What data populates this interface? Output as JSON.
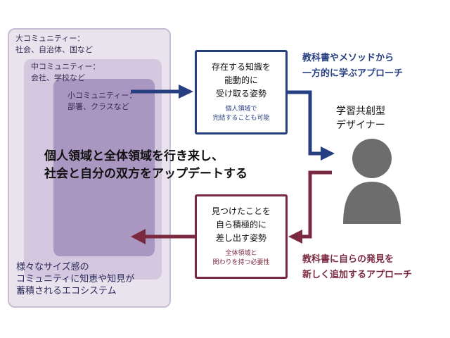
{
  "communities": {
    "large": {
      "line1": "大コミュニティー：",
      "line2": "社会、自治体、国など"
    },
    "medium": {
      "line1": "中コミュニティー：",
      "line2": "会社、学校など"
    },
    "small": {
      "line1": "小コミュニティー：",
      "line2": "部署、クラスなど"
    }
  },
  "center_text": {
    "line1": "個人領域と全体領域を行き来し、",
    "line2": "社会と自分の双方をアップデートする"
  },
  "ecosystem_text": {
    "line1": "様々なサイズ感の",
    "line2": "コミュニティに知恵や知見が",
    "line3": "蓄積されるエコシステム"
  },
  "box_top": {
    "line1": "存在する知識を",
    "line2": "能動的に",
    "line3": "受け取る姿勢",
    "sub1": "個人領域で",
    "sub2": "完結することも可能"
  },
  "box_bottom": {
    "line1": "見つけたことを",
    "line2": "自ら積極的に",
    "line3": "差し出す姿勢",
    "sub1": "全体領域と",
    "sub2": "関わりを持つ必要性"
  },
  "approach_top": {
    "line1": "教科書やメソッドから",
    "line2": "一方的に学ぶアプローチ"
  },
  "approach_bottom": {
    "line1": "教科書に自らの発見を",
    "line2": "新しく追加するアプローチ"
  },
  "designer": {
    "line1": "学習共創型",
    "line2": "デザイナー",
    "icon": "person-icon"
  },
  "colors": {
    "navy": "#263f80",
    "maroon": "#7b2940",
    "large_bg": "#e9e3ee",
    "medium_bg": "#d3c8df",
    "small_bg": "#a996c1",
    "person_gray": "#6d6d6d"
  }
}
